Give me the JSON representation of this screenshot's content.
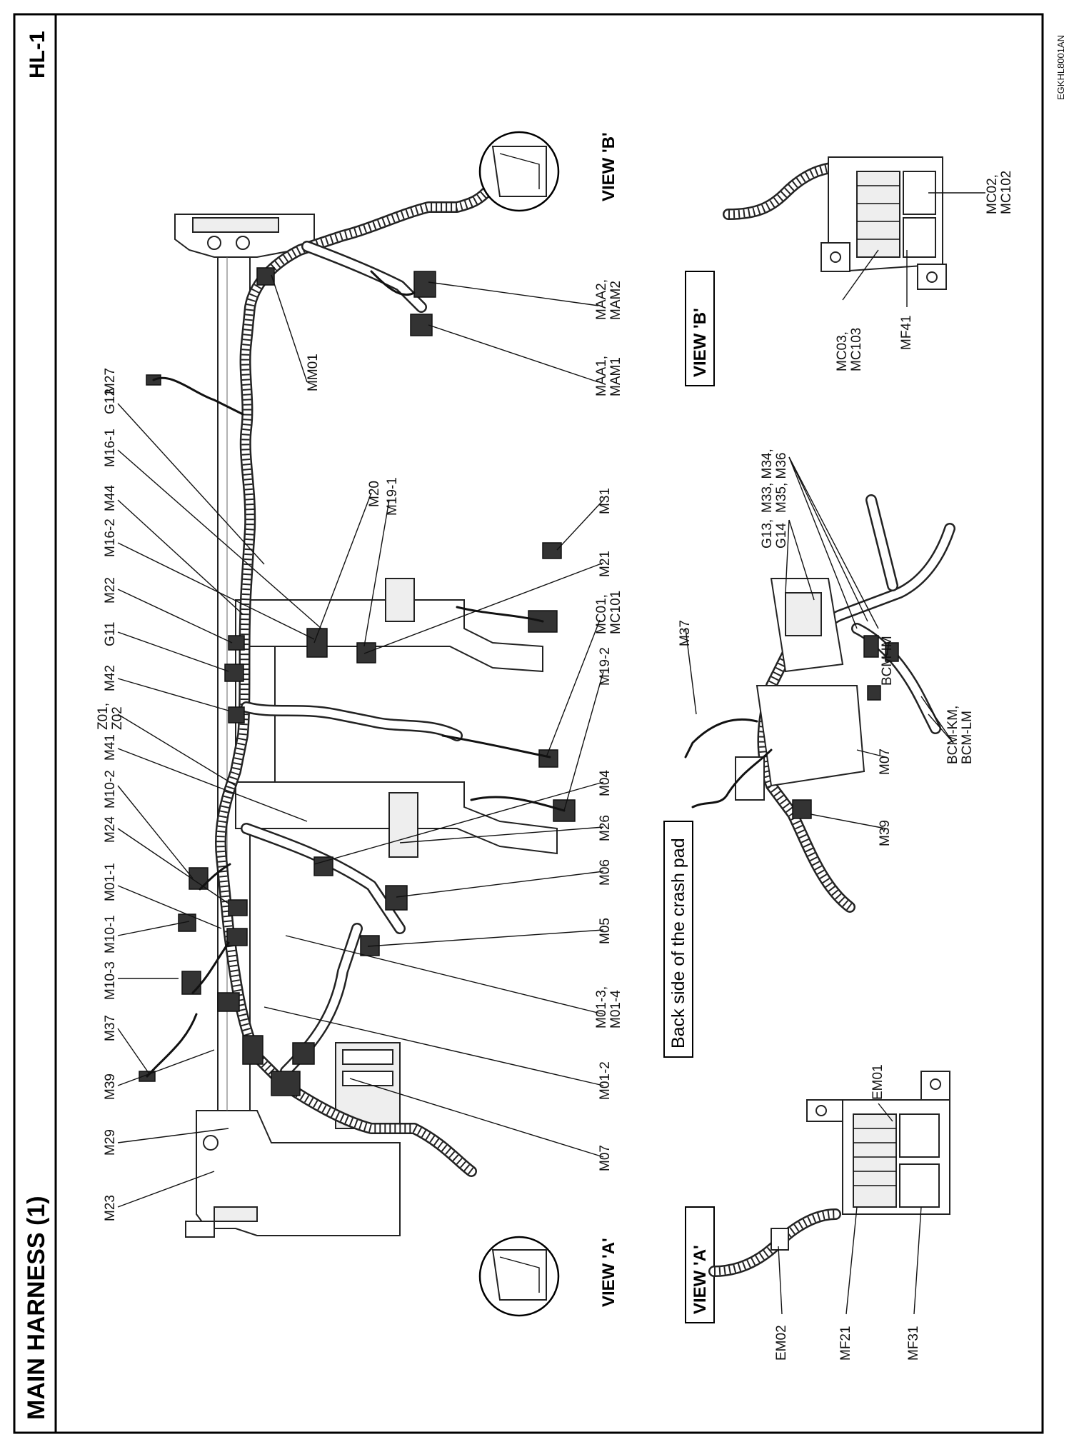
{
  "header": {
    "title": "MAIN HARNESS (1)",
    "code": "HL-1",
    "ref": "EGKHL8001AN"
  },
  "main_labels": {
    "m23": "M23",
    "m29": "M29",
    "m39": "M39",
    "m37": "M37",
    "m10_3": "M10-3",
    "m10_1": "M10-1",
    "m01_1": "M01-1",
    "m24": "M24",
    "m10_2": "M10-2",
    "m41": "M41",
    "z01": "Z01,",
    "z02": "Z02",
    "m42": "M42",
    "g11": "G11",
    "m22": "M22",
    "m16_2": "M16-2",
    "m44": "M44",
    "m16_1": "M16-1",
    "g12": "G12",
    "m27": "M27",
    "m20": "M20",
    "m19_1": "M19-1",
    "mm01": "MM01",
    "maa2": "MAA2,",
    "mam2": "MAM2",
    "maa1": "MAA1,",
    "mam1": "MAM1",
    "m07": "M07",
    "m01_2": "M01-2",
    "m01_3": "M01-3,",
    "m01_4": "M01-4",
    "m05": "M05",
    "m06": "M06",
    "m26": "M26",
    "m04": "M04",
    "m19_2": "M19-2",
    "mc01": "MC01,",
    "mc101": "MC101",
    "m21": "M21",
    "m31": "M31"
  },
  "views": {
    "view_a": "VIEW 'A'",
    "view_b": "VIEW 'B'",
    "crash_pad_caption": "Back side of the crash pad"
  },
  "view_a_labels": {
    "em02": "EM02",
    "mf21": "MF21",
    "mf31": "MF31",
    "em01": "EM01"
  },
  "view_b_labels": {
    "mc03": "MC03,",
    "mc103": "MC103",
    "mf41": "MF41",
    "mc02": "MC02,",
    "mc102": "MC102"
  },
  "crash_pad_labels": {
    "m37": "M37",
    "g13": "G13,",
    "g14": "G14",
    "m33": "M33, M34,",
    "m35": "M35, M36",
    "bcm_im": "BCM-IM",
    "bcm_km": "BCM-KM,",
    "bcm_lm": "BCM-LM",
    "m39": "M39",
    "m07": "M07"
  }
}
